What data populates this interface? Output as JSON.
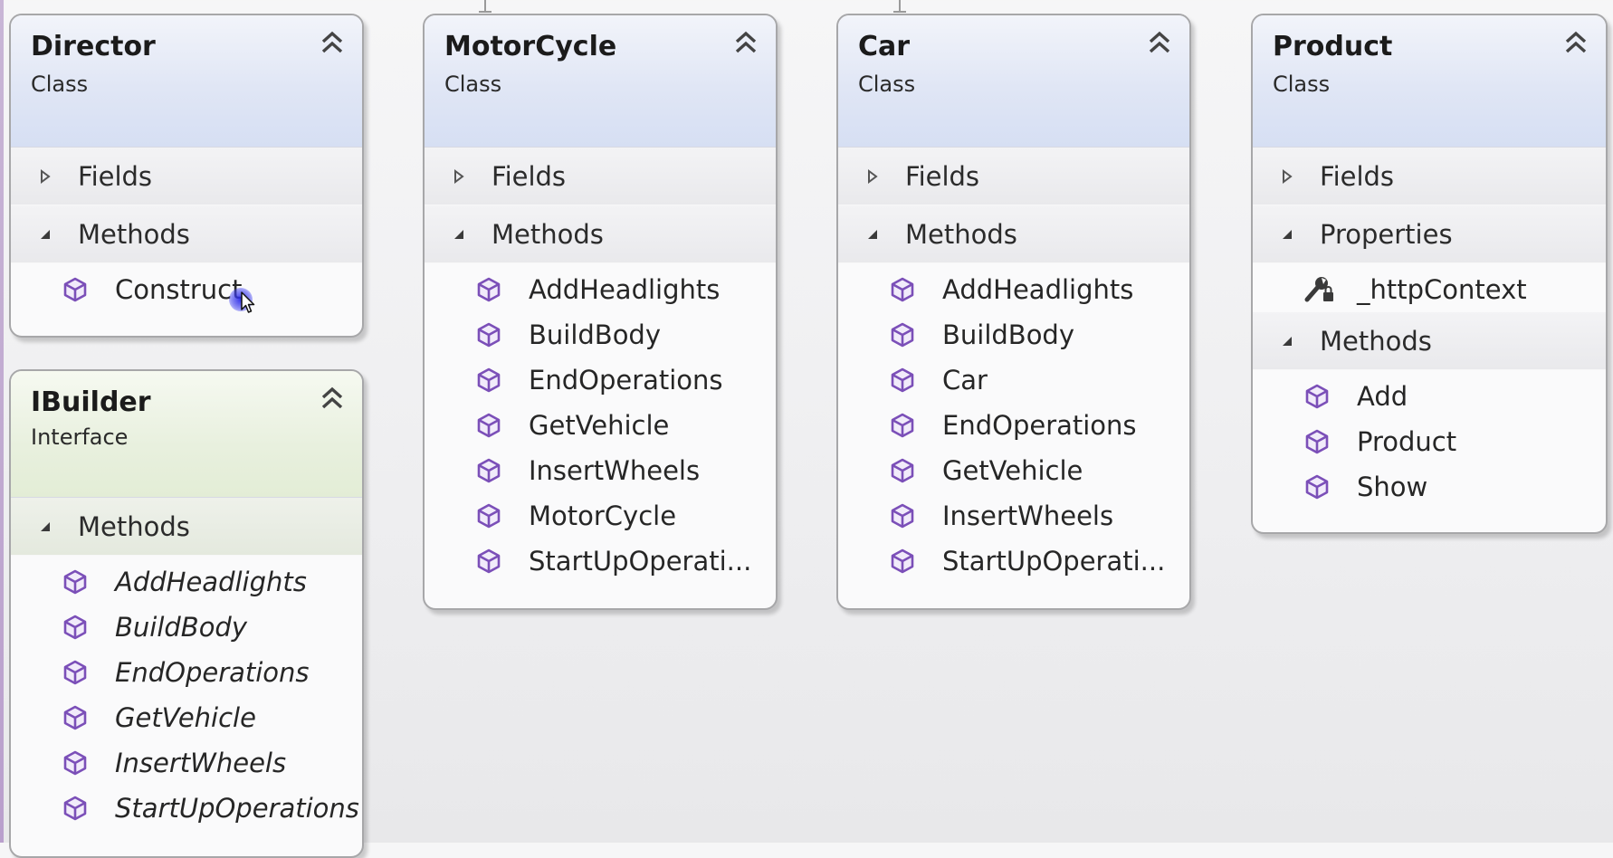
{
  "cards": {
    "director": {
      "title": "Director",
      "kind": "Class",
      "fields_label": "Fields",
      "methods_label": "Methods",
      "methods": [
        "Construct"
      ]
    },
    "ibuilder": {
      "title": "IBuilder",
      "kind": "Interface",
      "methods_label": "Methods",
      "methods": [
        "AddHeadlights",
        "BuildBody",
        "EndOperations",
        "GetVehicle",
        "InsertWheels",
        "StartUpOperations"
      ]
    },
    "motorcycle": {
      "title": "MotorCycle",
      "kind": "Class",
      "fields_label": "Fields",
      "methods_label": "Methods",
      "methods": [
        "AddHeadlights",
        "BuildBody",
        "EndOperations",
        "GetVehicle",
        "InsertWheels",
        "MotorCycle",
        "StartUpOperati..."
      ]
    },
    "car": {
      "title": "Car",
      "kind": "Class",
      "fields_label": "Fields",
      "methods_label": "Methods",
      "methods": [
        "AddHeadlights",
        "BuildBody",
        "Car",
        "EndOperations",
        "GetVehicle",
        "InsertWheels",
        "StartUpOperati..."
      ]
    },
    "product": {
      "title": "Product",
      "kind": "Class",
      "fields_label": "Fields",
      "properties_label": "Properties",
      "methods_label": "Methods",
      "properties": [
        "_httpContext"
      ],
      "methods": [
        "Add",
        "Product",
        "Show"
      ]
    }
  },
  "colors": {
    "method_icon": "#7b4fb8",
    "class_header": "#d6dff3",
    "interface_header": "#e3edd6",
    "border": "#a7a7a9"
  },
  "icons": {
    "method": "cube-icon",
    "property": "wrench-lock-icon",
    "collapse": "double-chevron-up-icon",
    "expand": "triangle-right-icon",
    "expanded": "triangle-down-icon"
  }
}
